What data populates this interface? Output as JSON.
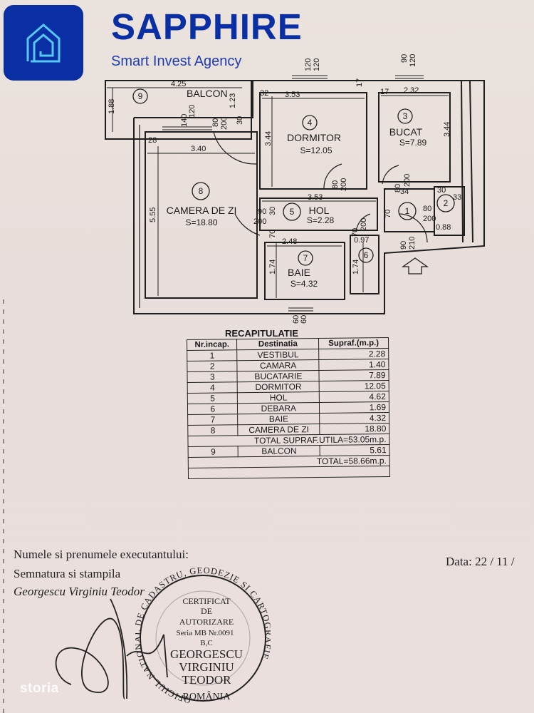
{
  "brand": {
    "name": "SAPPHIRE",
    "tagline": "Smart Invest Agency",
    "color": "#0a2ea3",
    "logo_icon": "house-icon"
  },
  "floor_plan": {
    "rooms": [
      {
        "nr": "9",
        "name": "BALCON",
        "area": ""
      },
      {
        "nr": "4",
        "name": "DORMITOR",
        "area": "S=12.05"
      },
      {
        "nr": "3",
        "name": "BUCAT",
        "area": "S=7.89"
      },
      {
        "nr": "8",
        "name": "CAMERA DE ZI",
        "area": "S=18.80"
      },
      {
        "nr": "5",
        "name": "HOL",
        "area": "S=2.28"
      },
      {
        "nr": "7",
        "name": "BAIE",
        "area": "S=4.32"
      },
      {
        "nr": "6",
        "name": "",
        "area": ""
      },
      {
        "nr": "1",
        "name": "",
        "area": ""
      },
      {
        "nr": "2",
        "name": "",
        "area": ""
      }
    ],
    "dimensions": {
      "balcon_width": "4.25",
      "balcon_depth": "1.88",
      "balcon_window_a": "140",
      "balcon_window_b": "120",
      "balcon_side": "1.23",
      "balcon_door_w": "80",
      "balcon_door_h": "200",
      "wall_30": "30",
      "wall_28": "28",
      "camera_width": "3.40",
      "camera_height": "5.55",
      "dormitor_width": "3.53",
      "dormitor_height": "3.44",
      "dormitor_win_a": "120",
      "dormitor_win_b": "120",
      "dormitor_32": "32",
      "dormitor_17": "17",
      "dormitor_door_w": "80",
      "dormitor_door_h": "200",
      "bucat_width": "2.32",
      "bucat_height": "3.44",
      "bucat_win_a": "90",
      "bucat_win_b": "120",
      "bucat_17": "17",
      "bucat_door_w": "80",
      "bucat_door_h": "200",
      "bucat_34": "34",
      "hol_width": "3.53",
      "hol_door_w": "90",
      "hol_door_h": "200",
      "hol_30": "30",
      "hol_70": "70",
      "baie_width": "2.48",
      "baie_height": "1.74",
      "baie_door_w": "70",
      "baie_door_h": "200",
      "baie_win_a": "60",
      "baie_win_b": "60",
      "debara_width": "0.97",
      "debara_height": "1.74",
      "debara_door_w": "70",
      "debara_door_h": "200",
      "vest_70": "70",
      "entry_door_w": "90",
      "entry_door_h": "210",
      "camara_door_w": "80",
      "camara_door_h": "200",
      "camara_width": "0.88",
      "camara_33": "33",
      "camara_30": "30"
    },
    "entrance_icon": "up-arrow-icon"
  },
  "recap": {
    "title": "RECAPITULATIE",
    "headers": [
      "Nr.incap.",
      "Destinatia",
      "Supraf.(m.p.)"
    ],
    "rows": [
      {
        "nr": "1",
        "dest": "VESTIBUL",
        "area": "2.28"
      },
      {
        "nr": "2",
        "dest": "CAMARA",
        "area": "1.40"
      },
      {
        "nr": "3",
        "dest": "BUCATARIE",
        "area": "7.89"
      },
      {
        "nr": "4",
        "dest": "DORMITOR",
        "area": "12.05"
      },
      {
        "nr": "5",
        "dest": "HOL",
        "area": "4.62"
      },
      {
        "nr": "6",
        "dest": "DEBARA",
        "area": "1.69"
      },
      {
        "nr": "7",
        "dest": "BAIE",
        "area": "4.32"
      },
      {
        "nr": "8",
        "dest": "CAMERA DE ZI",
        "area": "18.80"
      }
    ],
    "total_util": "TOTAL SUPRAF.UTILA=53.05m.p.",
    "balcon_row": {
      "nr": "9",
      "dest": "BALCON",
      "area": "5.61"
    },
    "total": "TOTAL=58.66m.p."
  },
  "footer": {
    "executant_label": "Numele si prenumele executantului:",
    "signature_label": "Semnatura si stampila",
    "executant_name": "Georgescu Virginiu Teodor",
    "date_label": "Data: 22 / 11 /"
  },
  "stamp": {
    "ring_text": "OFICIUL NATIONAL DE CADASTRU, GEODEZIE SI CARTOGRAFIE",
    "bottom": "ROMÂNIA",
    "line1": "CERTIFICAT",
    "line2": "DE",
    "line3": "AUTORIZARE",
    "line4": "Seria MB Nr.0091",
    "line5": "B,C",
    "line6": "GEORGESCU",
    "line7": "VIRGINIU",
    "line8": "TEODOR"
  },
  "watermark": "storia"
}
